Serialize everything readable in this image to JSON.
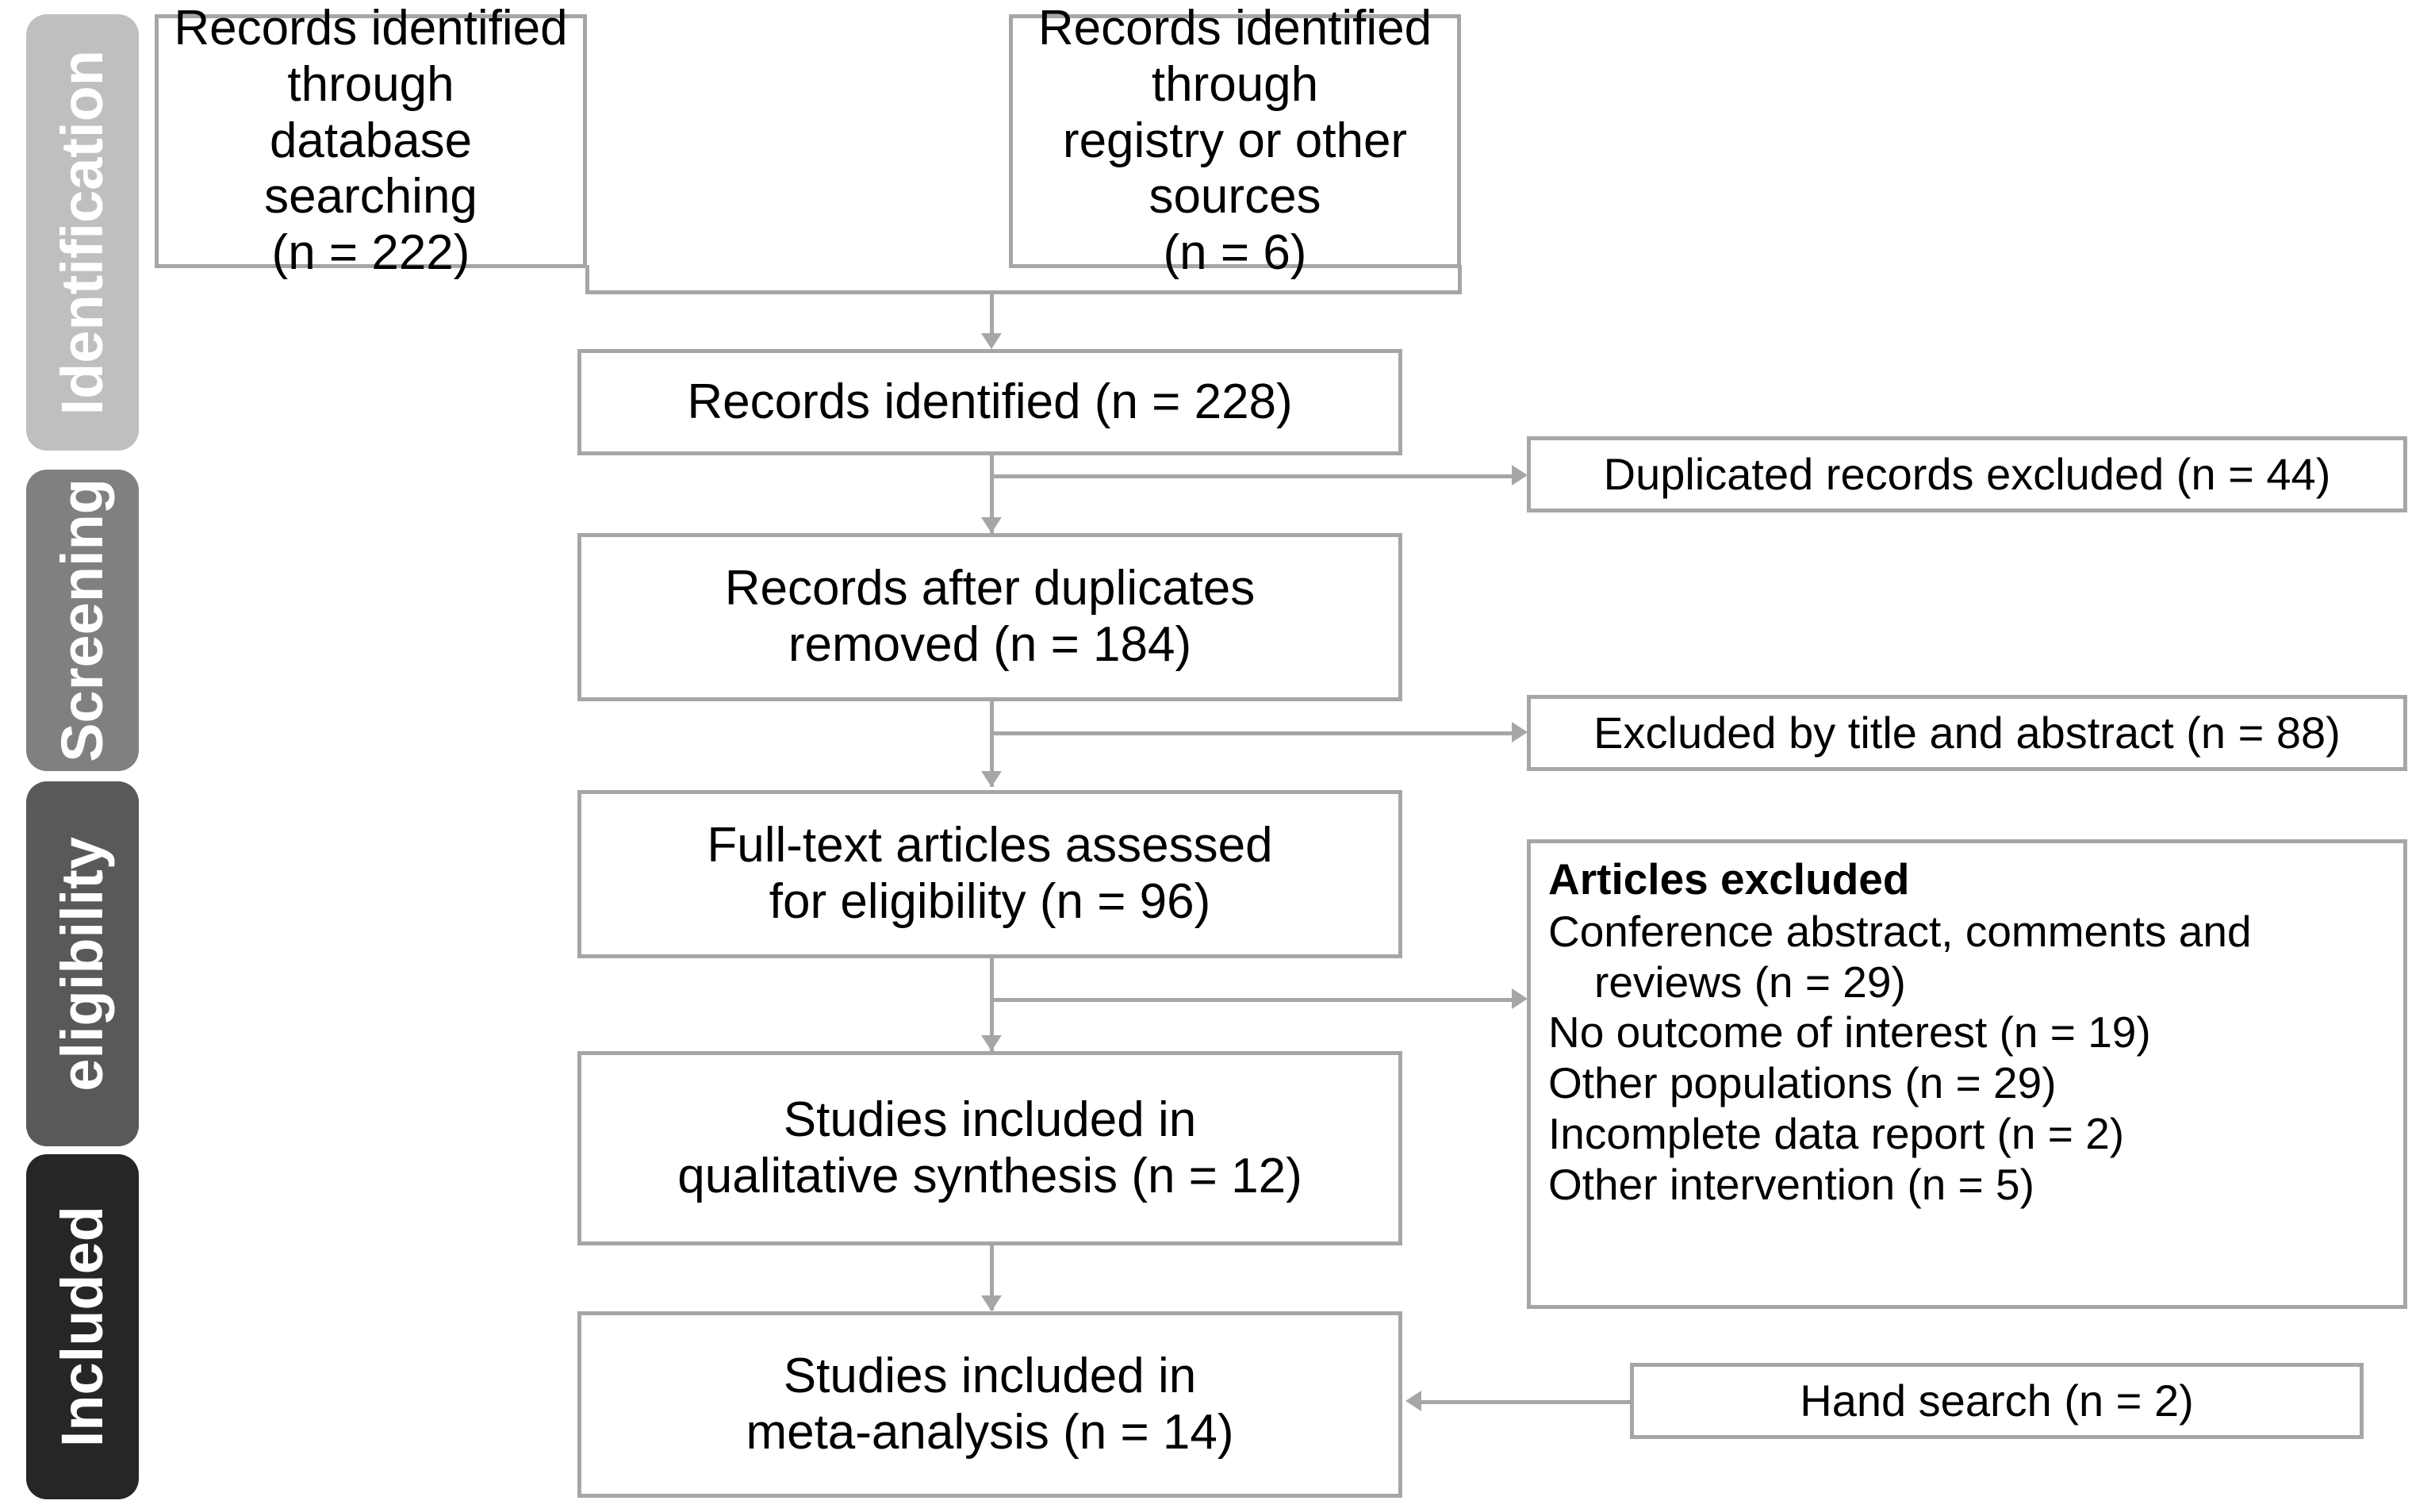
{
  "diagram": {
    "type": "prisma-flow-diagram",
    "accent_colors": {
      "connector": "#a6a6a6",
      "box_border": "#a6a6a6",
      "box_fill": "#ffffff",
      "text": "#000000",
      "stage_identification": "#bfbfbf",
      "stage_screening": "#808080",
      "stage_eligibility": "#595959",
      "stage_included": "#262626"
    }
  },
  "stages": [
    {
      "key": "identification",
      "label": "Identification",
      "color": "#bfbfbf"
    },
    {
      "key": "screening",
      "label": "Screening",
      "color": "#808080"
    },
    {
      "key": "eligibility",
      "label": "eligibility",
      "color": "#595959"
    },
    {
      "key": "included",
      "label": "Included",
      "color": "#262626"
    }
  ],
  "boxes": {
    "database_search": {
      "text": "Records identified through\ndatabase searching\n(n = 222)",
      "n": 222
    },
    "registry_search": {
      "text": "Records identified through\nregistry or other sources\n(n = 6)",
      "n": 6
    },
    "records_identified": {
      "text": "Records identified (n = 228)",
      "n": 228
    },
    "duplicates_excluded": {
      "text": "Duplicated records excluded (n = 44)",
      "n": 44
    },
    "after_duplicates": {
      "text": "Records after duplicates\nremoved (n = 184)",
      "n": 184
    },
    "excluded_title_abstract": {
      "text": "Excluded by title and abstract (n = 88)",
      "n": 88
    },
    "fulltext_assessed": {
      "text": "Full-text articles assessed\nfor eligibility (n = 96)",
      "n": 96
    },
    "articles_excluded": {
      "title": "Articles excluded",
      "lines": [
        {
          "text": "Conference abstract, comments and\nreviews (n = 29)",
          "n": 29,
          "wrap": true
        },
        {
          "text": "No outcome of interest (n = 19)",
          "n": 19,
          "wrap": false
        },
        {
          "text": "Other populations (n = 29)",
          "n": 29,
          "wrap": false
        },
        {
          "text": "Incomplete data report (n = 2)",
          "n": 2,
          "wrap": false
        },
        {
          "text": "Other intervention (n = 5)",
          "n": 5,
          "wrap": false
        }
      ]
    },
    "qualitative_synthesis": {
      "text": "Studies included in\nqualitative synthesis (n = 12)",
      "n": 12
    },
    "meta_analysis": {
      "text": "Studies included in\nmeta-analysis (n = 14)",
      "n": 14
    },
    "hand_search": {
      "text": "Hand search (n = 2)",
      "n": 2
    }
  }
}
